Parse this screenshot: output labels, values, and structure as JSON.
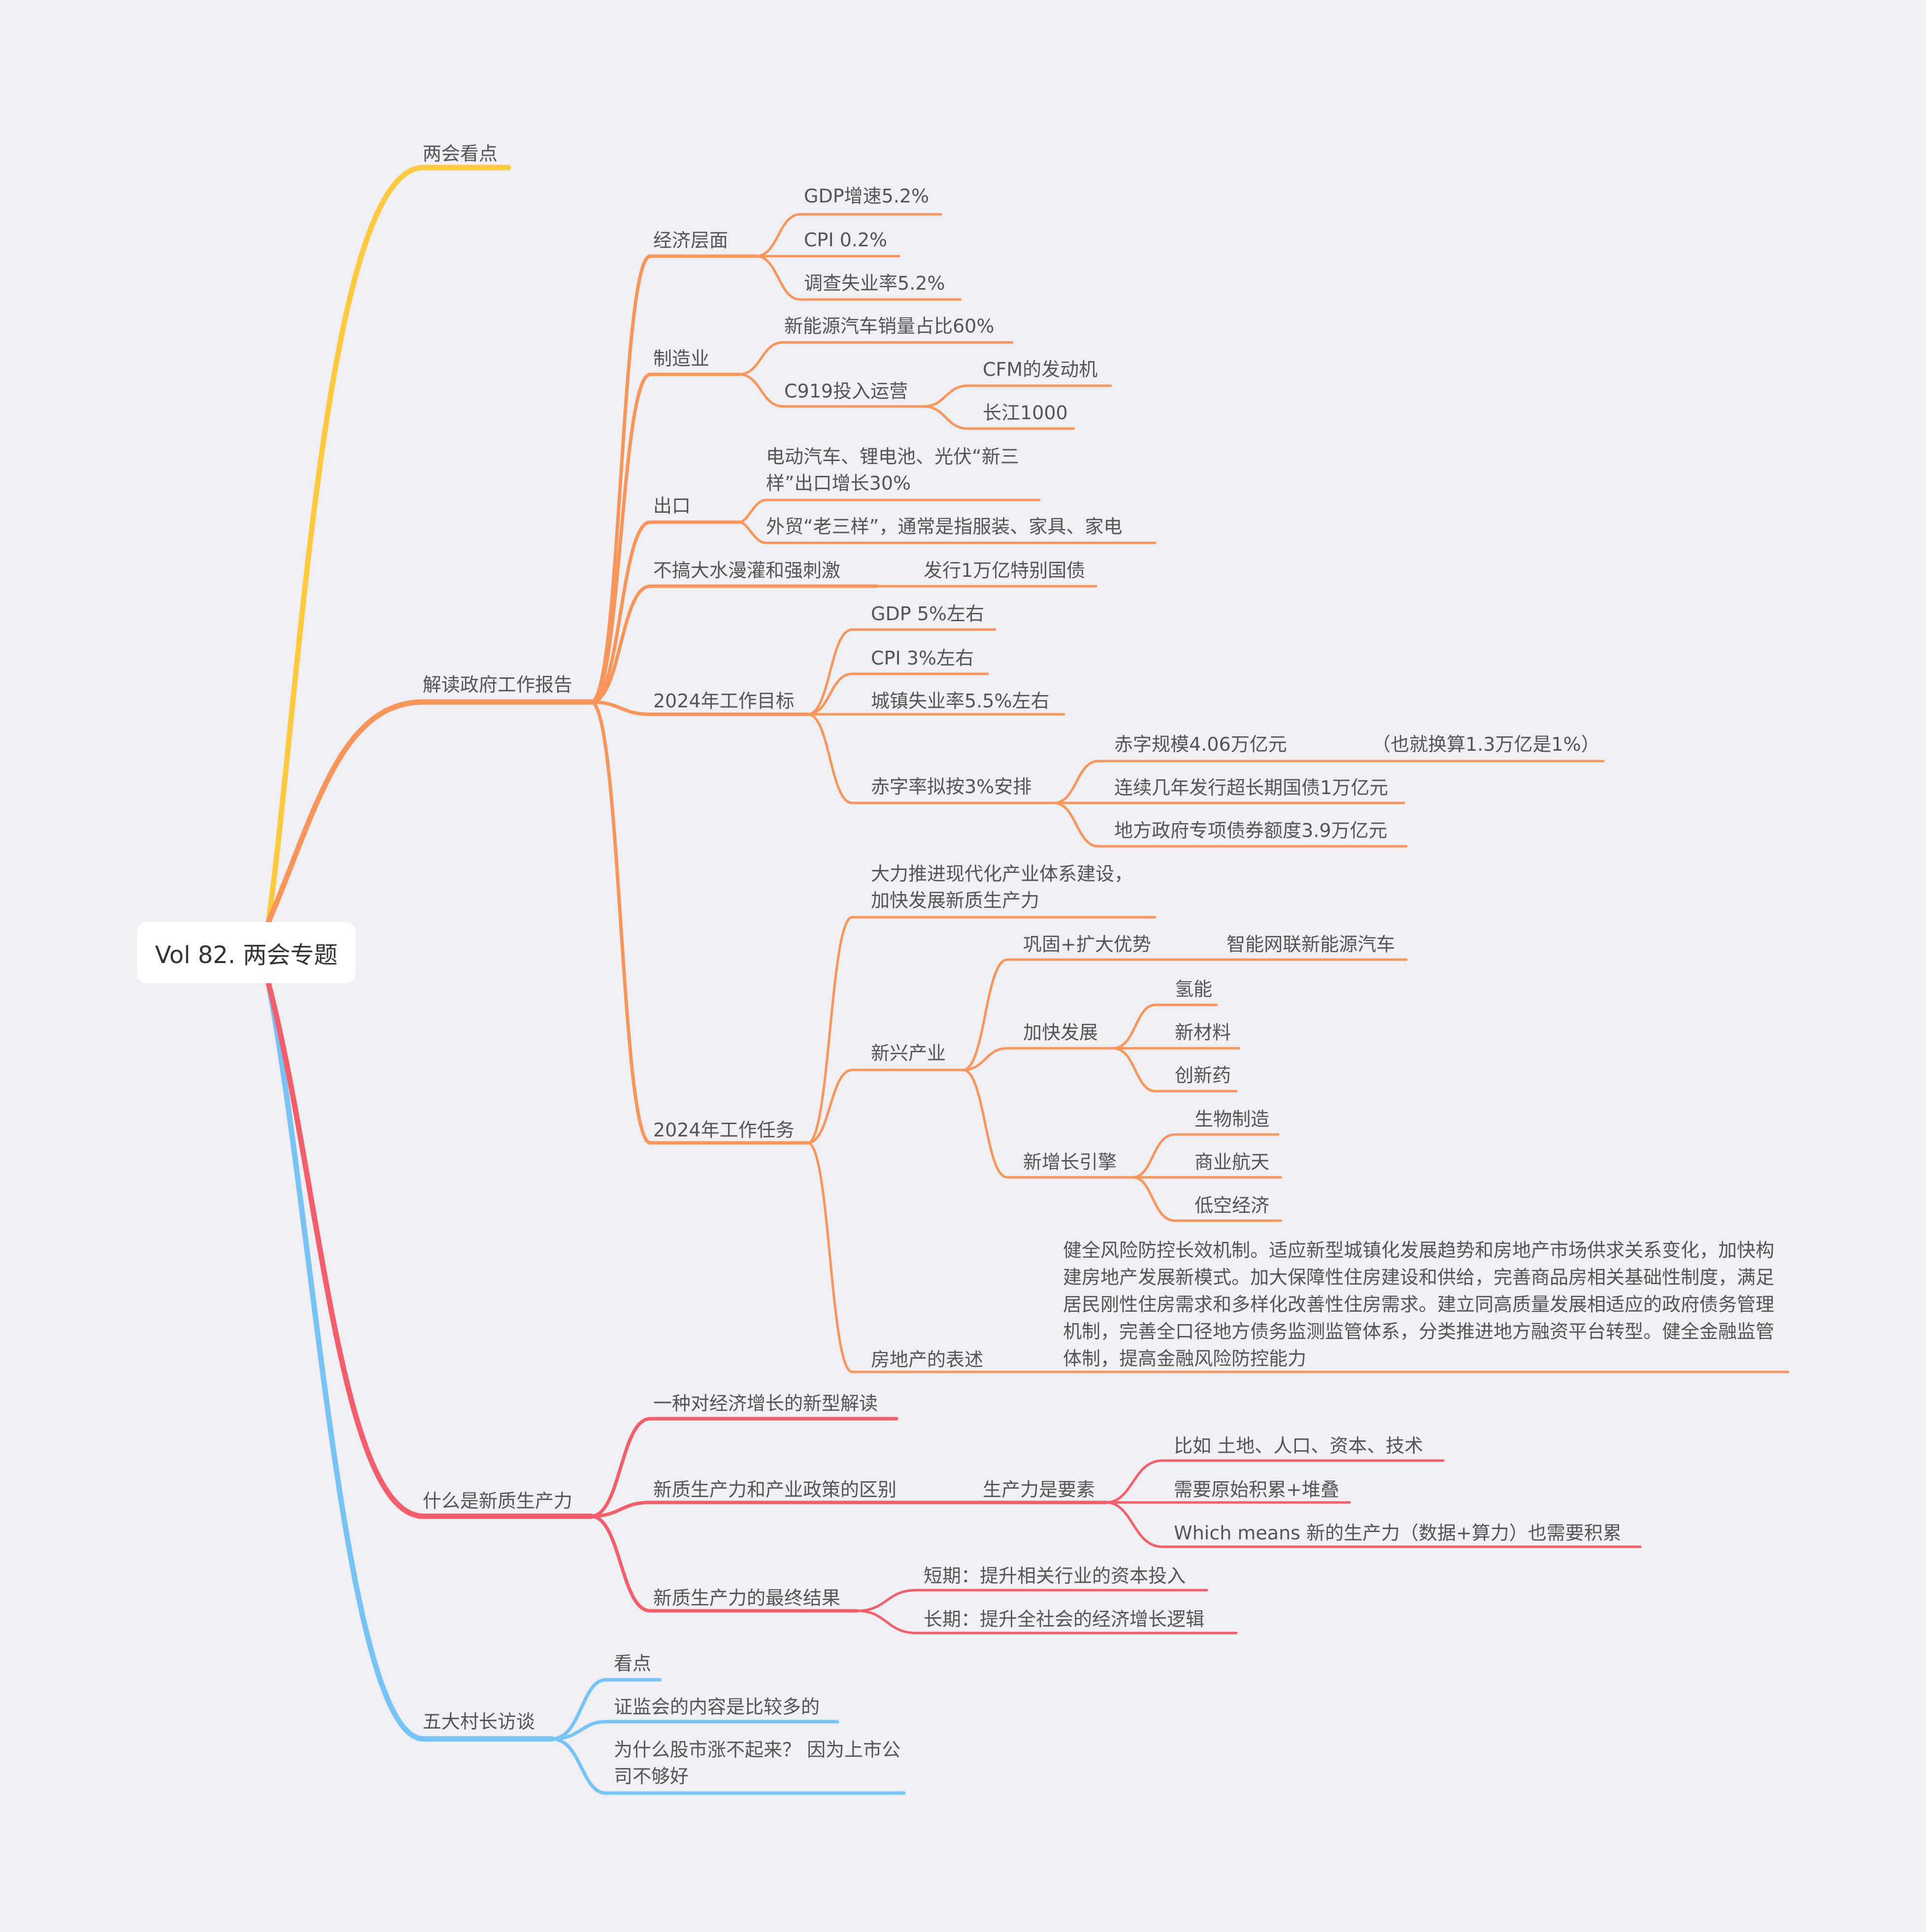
{
  "root": "Vol 82. 两会专题",
  "colors": {
    "yellow": "#fdc93f",
    "orange": "#f7955a",
    "red": "#f25f6b",
    "blue": "#78c3f6",
    "background": "#efeff4"
  },
  "branches": {
    "b1": {
      "label": "两会看点"
    },
    "b2": {
      "label": "解读政府工作报告",
      "economy": {
        "label": "经济层面",
        "items": [
          "GDP增速5.2%",
          "CPI 0.2%",
          "调查失业率5.2%"
        ]
      },
      "manufacturing": {
        "label": "制造业",
        "nev": "新能源汽车销量占比60%",
        "c919": "C919投入运营",
        "engines": [
          "CFM的发动机",
          "长江1000"
        ]
      },
      "export": {
        "label": "出口",
        "items": [
          "电动汽车、锂电池、光伏“新三样”出口增长30%",
          "外贸“老三样”，通常是指服装、家具、家电"
        ]
      },
      "stimulus": {
        "label": "不搞大水漫灌和强刺激",
        "item": "发行1万亿特别国债"
      },
      "goals": {
        "label": "2024年工作目标",
        "items": [
          "GDP 5%左右",
          "CPI 3%左右",
          "城镇失业率5.5%左右"
        ],
        "deficit": {
          "label": "赤字率拟按3%安排",
          "scale": "赤字规模4.06万亿元",
          "scale_note": "（也就换算1.3万亿是1%）",
          "items": [
            "连续几年发行超长期国债1万亿元",
            "地方政府专项债券额度3.9万亿元"
          ]
        }
      },
      "tasks": {
        "label": "2024年工作任务",
        "modern": "大力推进现代化产业体系建设，加快发展新质生产力",
        "emerging": {
          "label": "新兴产业",
          "consolidate": {
            "label": "巩固+扩大优势",
            "item": "智能网联新能源汽车"
          },
          "accelerate": {
            "label": "加快发展",
            "items": [
              "氢能",
              "新材料",
              "创新药"
            ]
          },
          "engine": {
            "label": "新增长引擎",
            "items": [
              "生物制造",
              "商业航天",
              "低空经济"
            ]
          }
        },
        "property": {
          "label": "房地产的表述",
          "text": "健全风险防控长效机制。适应新型城镇化发展趋势和房地产市场供求关系变化，加快构建房地产发展新模式。加大保障性住房建设和供给，完善商品房相关基础性制度，满足居民刚性住房需求和多样化改善性住房需求。建立同高质量发展相适应的政府债务管理机制，完善全口径地方债务监测监管体系，分类推进地方融资平台转型。健全金融监管体制，提高金融风险防控能力"
        }
      }
    },
    "b3": {
      "label": "什么是新质生产力",
      "item1": "一种对经济增长的新型解读",
      "diff": {
        "label": "新质生产力和产业政策的区别",
        "sub": "生产力是要素",
        "items": [
          "比如 土地、人口、资本、技术",
          "需要原始积累+堆叠",
          "Which means 新的生产力（数据+算力）也需要积累"
        ]
      },
      "result": {
        "label": "新质生产力的最终结果",
        "items": [
          "短期：提升相关行业的资本投入",
          "长期：提升全社会的经济增长逻辑"
        ]
      }
    },
    "b4": {
      "label": "五大村长访谈",
      "items": [
        "看点",
        "证监会的内容是比较多的",
        "为什么股市涨不起来？ 因为上市公司不够好"
      ]
    }
  }
}
